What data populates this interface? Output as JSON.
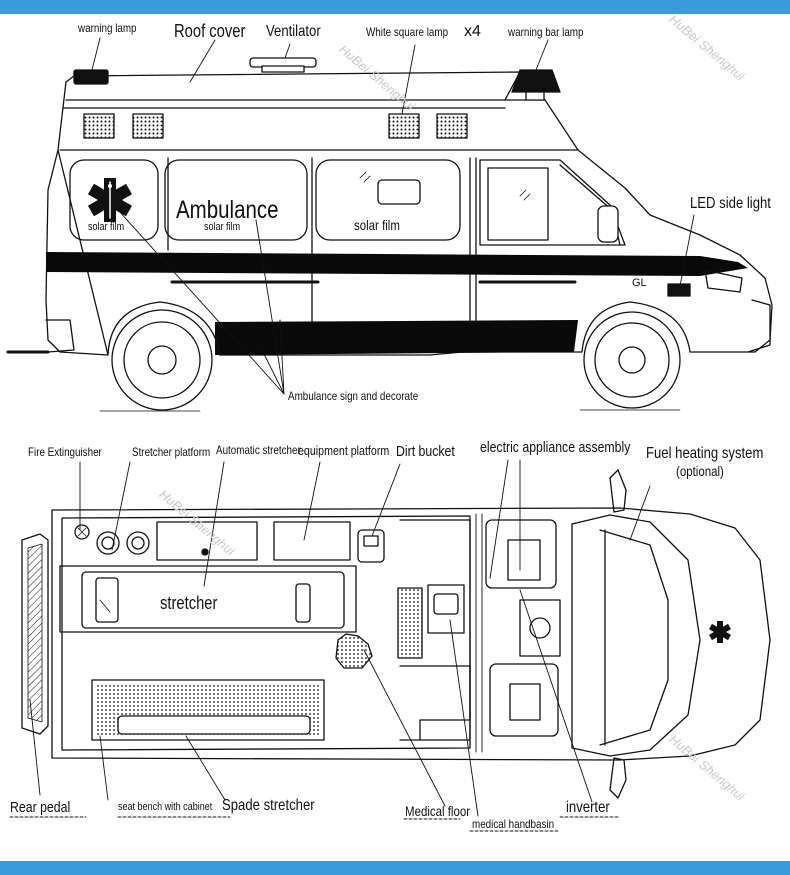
{
  "colors": {
    "frame_bar": "#3a9bdc",
    "ink": "#111111",
    "stripe": "#0a0a0a"
  },
  "labels": {
    "warning_lamp": "warning lamp",
    "roof_cover": "Roof cover",
    "ventilator": "Ventilator",
    "white_square_lamp": "White square lamp",
    "x4": "x4",
    "warning_bar_lamp": "warning bar lamp",
    "led_side_light": "LED side light",
    "ambulance_sign": "Ambulance sign and decorate",
    "fire_extinguisher": "Fire Extinguisher",
    "stretcher_platform": "Stretcher platform",
    "automatic_stretcher": "Automatic stretcher",
    "equipment_platform": "equipment platform",
    "dirt_bucket": "Dirt bucket",
    "electric_appliance": "electric appliance assembly",
    "fuel_heating": "Fuel heating system",
    "optional": "(optional)",
    "rear_pedal": "Rear pedal",
    "seat_bench": "seat bench with cabinet",
    "spade_stretcher": "Spade stretcher",
    "medical_floor": "Medical floor",
    "medical_handbasin": "medical handbasin",
    "inverter": "inverter"
  },
  "body_text": {
    "ambulance": "Ambulance",
    "solar_film_1": "solar film",
    "solar_film_2": "solar film",
    "solar_film_3": "solar film",
    "stretcher": "stretcher",
    "badge": "GL"
  },
  "watermark": "HuBei Shenghui"
}
